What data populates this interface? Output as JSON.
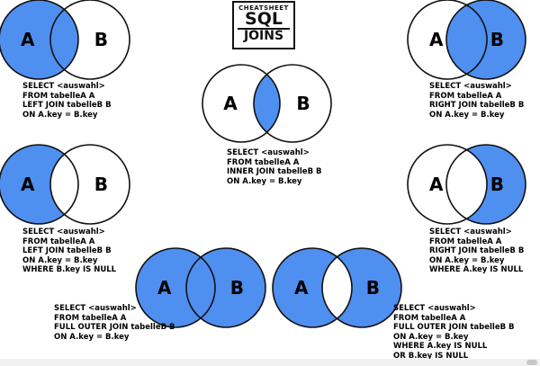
{
  "logo": {
    "top": "CHEATSHEET",
    "main": "SQL",
    "sub": "JOINS"
  },
  "fill_color": "#4f8ff0",
  "stroke_color": "#111111",
  "diagrams": [
    {
      "name": "left-join",
      "fill": "left-full",
      "label_a": "A",
      "label_b": "B",
      "sql": [
        "SELECT <auswahl>",
        "FROM tabelleA A",
        "LEFT JOIN tabelleB B",
        "ON A.key = B.key"
      ]
    },
    {
      "name": "inner-join",
      "fill": "intersection",
      "label_a": "A",
      "label_b": "B",
      "sql": [
        "SELECT <auswahl>",
        "FROM tabelleA A",
        "INNER JOIN tabelleB B",
        "ON A.key = B.key"
      ]
    },
    {
      "name": "right-join",
      "fill": "right-full",
      "label_a": "A",
      "label_b": "B",
      "sql": [
        "SELECT <auswahl>",
        "FROM tabelleA A",
        "RIGHT JOIN tabelleB B",
        "ON A.key = B.key"
      ]
    },
    {
      "name": "left-join-exclusive",
      "fill": "left-only",
      "label_a": "A",
      "label_b": "B",
      "sql": [
        "SELECT <auswahl>",
        "FROM tabelleA A",
        "LEFT JOIN tabelleB B",
        "ON A.key = B.key",
        "WHERE B.key IS NULL"
      ]
    },
    {
      "name": "right-join-exclusive",
      "fill": "right-only",
      "label_a": "A",
      "label_b": "B",
      "sql": [
        "SELECT <auswahl>",
        "FROM tabelleA A",
        "RIGHT JOIN tabelleB B",
        "ON A.key = B.key",
        "WHERE A.key IS NULL"
      ]
    },
    {
      "name": "full-outer-join",
      "fill": "both",
      "label_a": "A",
      "label_b": "B",
      "sql": [
        "SELECT <auswahl>",
        "FROM tabelleA A",
        "FULL OUTER JOIN tabelleB B",
        "ON A.key = B.key"
      ]
    },
    {
      "name": "full-outer-join-exclusive",
      "fill": "xor",
      "label_a": "A",
      "label_b": "B",
      "sql": [
        "SELECT <auswahl>",
        "FROM tabelleA A",
        "FULL OUTER JOIN tabelleB B",
        "ON A.key = B.key",
        "WHERE A.key IS NULL",
        "OR B.key IS NULL"
      ]
    }
  ]
}
